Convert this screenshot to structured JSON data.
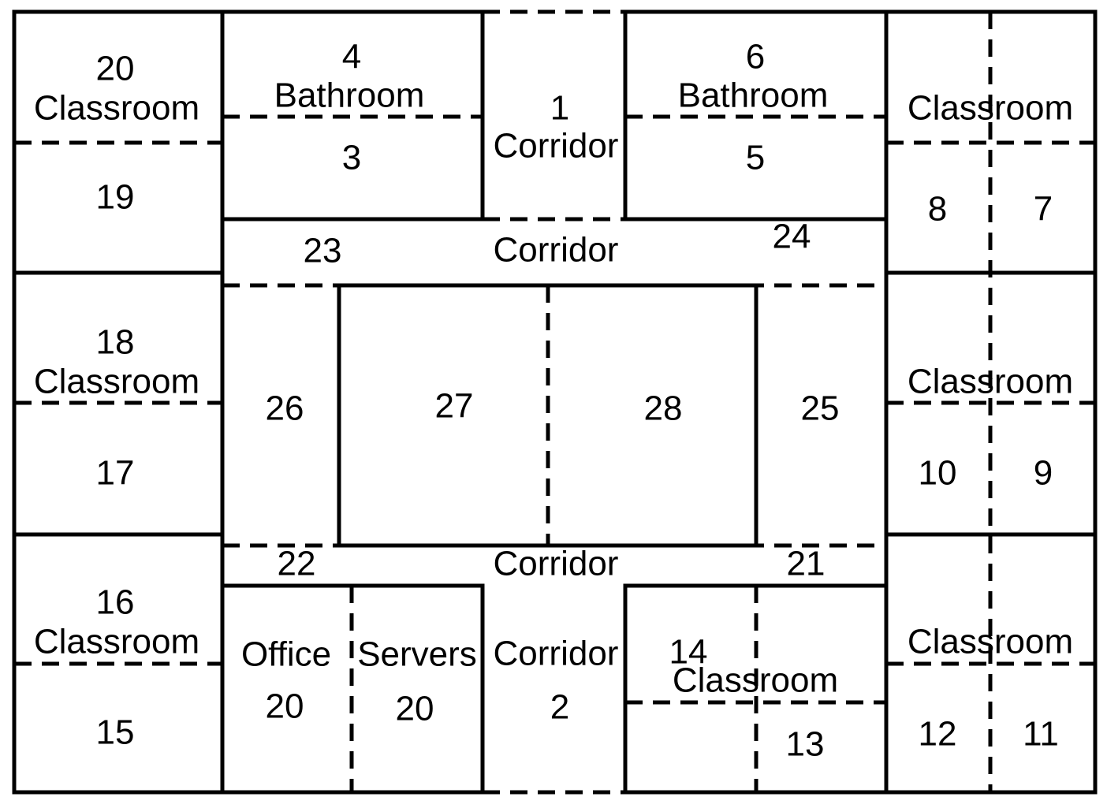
{
  "rooms": [
    {
      "id": "r20a",
      "number": "20",
      "label": "Classroom"
    },
    {
      "id": "r19",
      "number": "19",
      "label": ""
    },
    {
      "id": "r4",
      "number": "4",
      "label": "Bathroom"
    },
    {
      "id": "r3",
      "number": "3",
      "label": ""
    },
    {
      "id": "r1",
      "number": "1",
      "label": "Corridor"
    },
    {
      "id": "r6",
      "number": "6",
      "label": "Bathroom"
    },
    {
      "id": "r5",
      "number": "5",
      "label": ""
    },
    {
      "id": "rNE",
      "number": "",
      "label": "Classroom"
    },
    {
      "id": "r8",
      "number": "8",
      "label": ""
    },
    {
      "id": "r7",
      "number": "7",
      "label": ""
    },
    {
      "id": "r23",
      "number": "23",
      "label": ""
    },
    {
      "id": "rCorrTop",
      "number": "",
      "label": "Corridor"
    },
    {
      "id": "r24",
      "number": "24",
      "label": ""
    },
    {
      "id": "r18",
      "number": "18",
      "label": "Classroom"
    },
    {
      "id": "r17",
      "number": "17",
      "label": ""
    },
    {
      "id": "r26",
      "number": "26",
      "label": ""
    },
    {
      "id": "r27",
      "number": "27",
      "label": ""
    },
    {
      "id": "r28",
      "number": "28",
      "label": ""
    },
    {
      "id": "r25",
      "number": "25",
      "label": ""
    },
    {
      "id": "rE",
      "number": "",
      "label": "Classroom"
    },
    {
      "id": "r10",
      "number": "10",
      "label": ""
    },
    {
      "id": "r9",
      "number": "9",
      "label": ""
    },
    {
      "id": "r22",
      "number": "22",
      "label": ""
    },
    {
      "id": "rCorrBot",
      "number": "",
      "label": "Corridor"
    },
    {
      "id": "r21",
      "number": "21",
      "label": ""
    },
    {
      "id": "r16",
      "number": "16",
      "label": "Classroom"
    },
    {
      "id": "r15",
      "number": "15",
      "label": ""
    },
    {
      "id": "rOffice",
      "number": "20",
      "label": "Office"
    },
    {
      "id": "rServers",
      "number": "20",
      "label": "Servers"
    },
    {
      "id": "r2",
      "number": "2",
      "label": "Corridor"
    },
    {
      "id": "r14",
      "number": "14",
      "label": "Classroom"
    },
    {
      "id": "r13",
      "number": "13",
      "label": ""
    },
    {
      "id": "rSE",
      "number": "",
      "label": "Classroom"
    },
    {
      "id": "r12",
      "number": "12",
      "label": ""
    },
    {
      "id": "r11",
      "number": "11",
      "label": ""
    }
  ]
}
